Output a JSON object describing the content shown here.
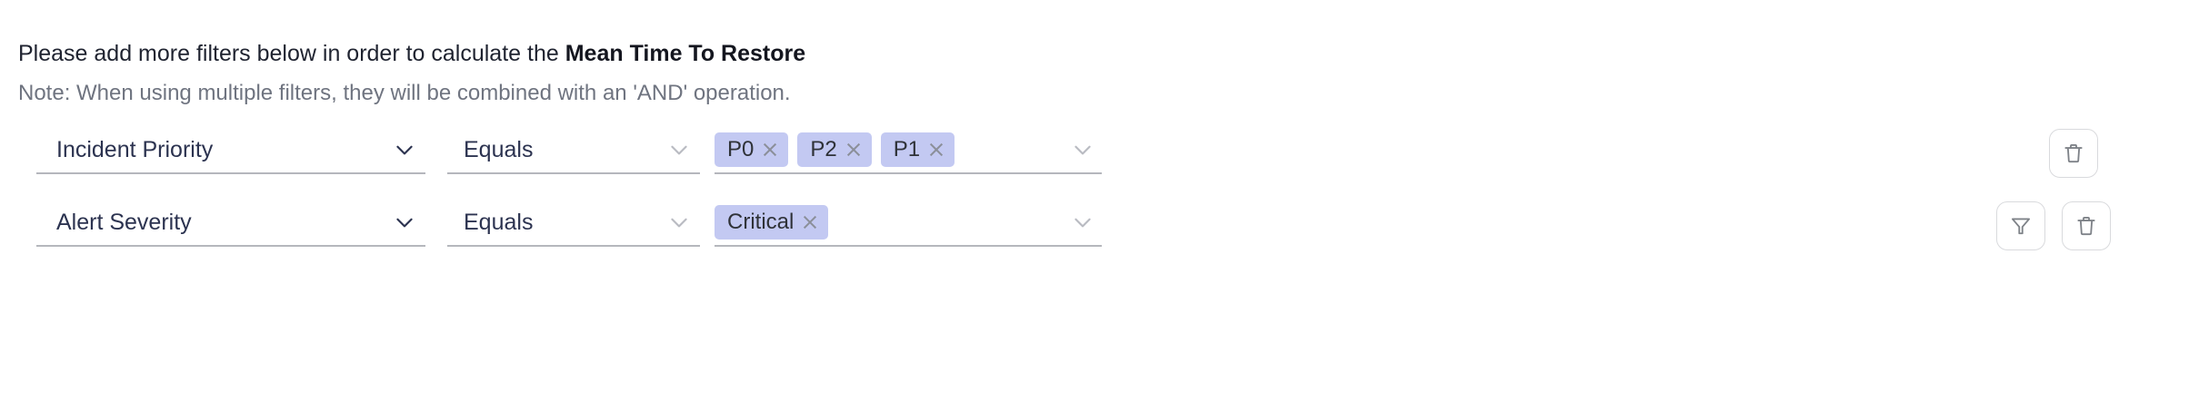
{
  "header": {
    "headline_prefix": "Please add more filters below in order to calculate the ",
    "headline_metric": "Mean Time To Restore",
    "note": "Note: When using multiple filters, they will be combined with an 'AND' operation."
  },
  "colors": {
    "chip_background": "#c3c9f2",
    "field_text": "#2c3350",
    "note_text": "#6f7480",
    "underline": "#b5b7bd",
    "icon_stroke": "#7e8288",
    "button_border": "#d9dadd"
  },
  "icons": {
    "chevron_down": "chevron-down-icon",
    "trash": "trash-icon",
    "filter": "filter-funnel-icon",
    "chip_remove": "close-icon"
  },
  "filters": [
    {
      "field": "Incident Priority",
      "operator": "Equals",
      "values": [
        "P0",
        "P2",
        "P1"
      ],
      "value_placeholder": "",
      "actions": [
        "trash"
      ]
    },
    {
      "field": "Alert Severity",
      "operator": "Equals",
      "values": [
        "Critical"
      ],
      "value_placeholder": "",
      "actions": [
        "filter",
        "trash"
      ]
    }
  ]
}
